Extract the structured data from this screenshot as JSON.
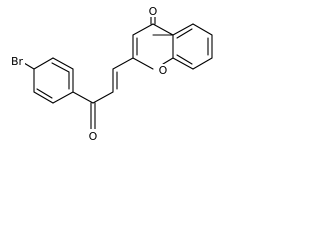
{
  "molecule": {
    "atoms": {
      "ketone_oxygen_top": "O",
      "ring_oxygen": "O",
      "ketone_oxygen_bottom": "O",
      "bromine": "Br"
    }
  },
  "colors": {
    "background": "#ffffff",
    "bond": "#000000",
    "label": "#000000"
  }
}
